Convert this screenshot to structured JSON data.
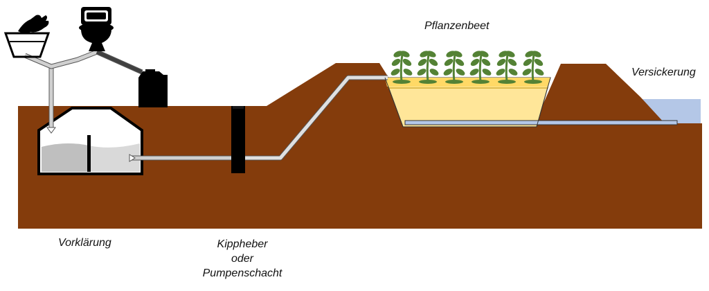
{
  "labels": {
    "vorklaerung": "Vorklärung",
    "kippheber_line1": "Kippheber",
    "kippheber_line2": "oder",
    "kippheber_line3": "Pumpenschacht",
    "pflanzenbeet": "Pflanzenbeet",
    "versickerung": "Versickerung"
  },
  "colors": {
    "soil": "#843c0c",
    "bed_fill": "#ffe699",
    "bed_top_band": "#ffd966",
    "water": "#b4c7e7",
    "pipe": "#d0d0d0",
    "pipe_outline": "#555555",
    "tank_liquid": "#bfbfbf",
    "tank_inner": "#d9d9d9",
    "plant": "#548235",
    "black": "#000000"
  },
  "icons": [
    "washing-hand-icon",
    "toilet-icon",
    "canister-icon",
    "plant-icon"
  ],
  "plant_count": 6
}
